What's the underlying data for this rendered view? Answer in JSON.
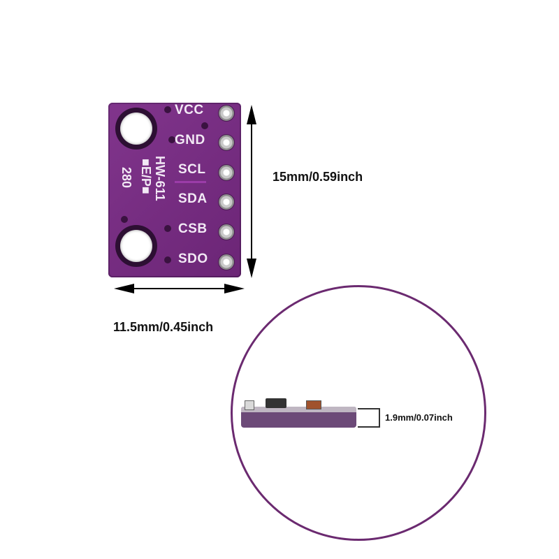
{
  "board": {
    "pins": [
      "VCC",
      "GND",
      "SCL",
      "SDA",
      "CSB",
      "SDO"
    ],
    "silk_model": "HW-611",
    "silk_sub": "■E/P■",
    "silk_num": "280",
    "color": "#7a2a86"
  },
  "dimensions": {
    "height": "15mm/0.59inch",
    "width": "11.5mm/0.45inch",
    "thickness": "1.9mm/0.07inch"
  },
  "detail": {
    "circle_color": "#6b2a70"
  }
}
